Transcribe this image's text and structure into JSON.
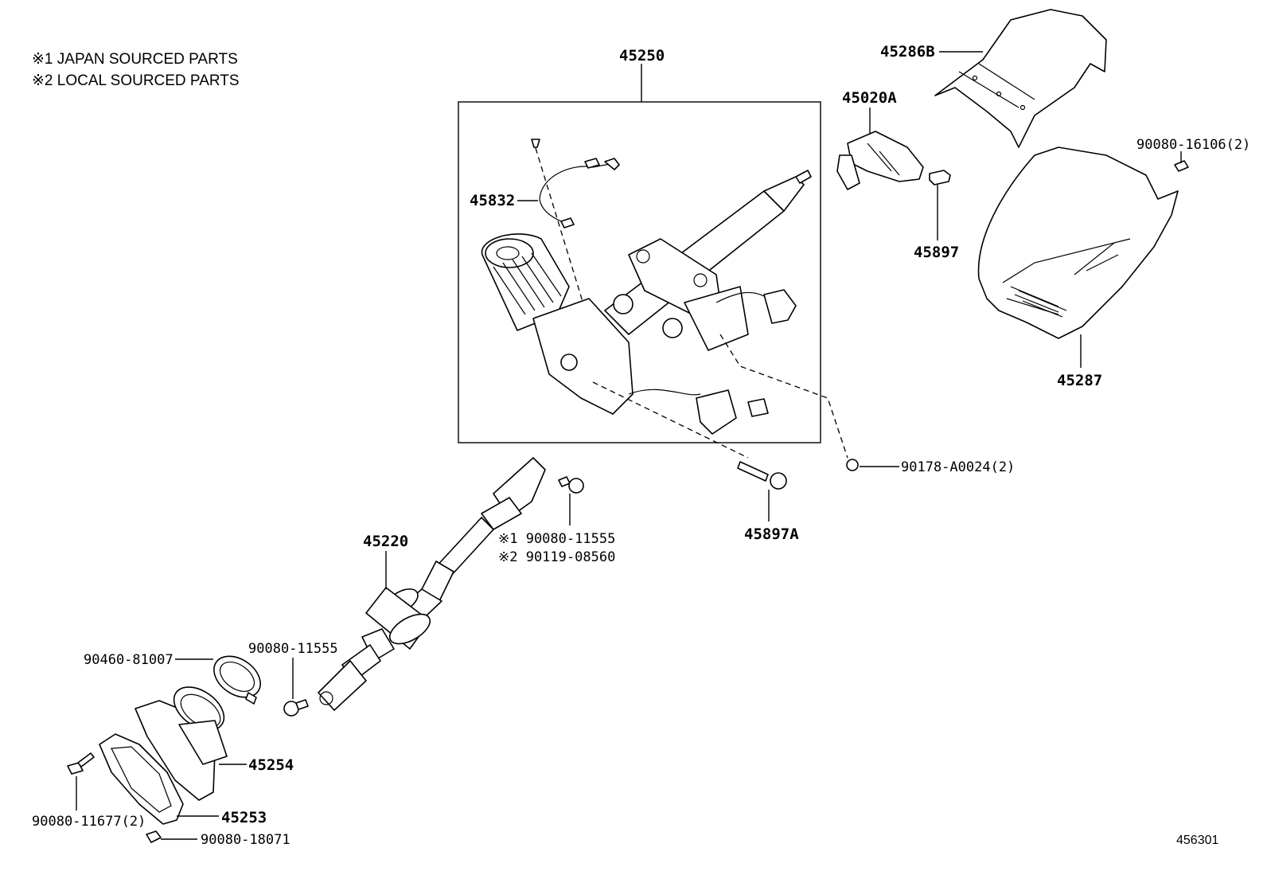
{
  "notes": [
    "※1 JAPAN SOURCED PARTS",
    "※2 LOCAL SOURCED PARTS"
  ],
  "figure_number": "456301",
  "labels": {
    "assy": "45250",
    "sensor": "45832",
    "cover_upper": "45286B",
    "lock": "45020A",
    "pin": "45897",
    "bolt_right": "90080-16106(2)",
    "cover_lower": "45287",
    "nut": "90178-A0024(2)",
    "bolt_a": "45897A",
    "shaft": "45220",
    "bolt_j": "※1 90080-11555",
    "bolt_l": "※2 90119-08560",
    "clamp": "90460-81007",
    "bolt_mid": "90080-11555",
    "boot": "45254",
    "plate": "45253",
    "bolt_left": "90080-11677(2)",
    "bolt_bottom": "90080-18071"
  }
}
